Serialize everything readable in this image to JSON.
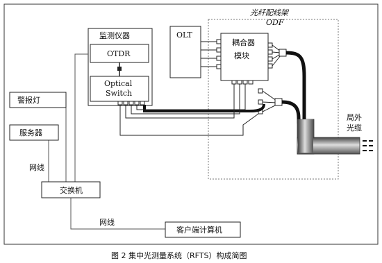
{
  "odf": {
    "title_line1": "光纤配线架",
    "title_line2": "ODF"
  },
  "monitor": {
    "label": "监测仪器",
    "otdr": "OTDR",
    "switch_line1": "Optical",
    "switch_line2": "Switch"
  },
  "olt": {
    "label": "OLT"
  },
  "coupler": {
    "line1": "耦合器",
    "line2": "模块"
  },
  "outdoor": {
    "line1": "局外",
    "line2": "光缆"
  },
  "alarm": {
    "label": "警报灯"
  },
  "server": {
    "label": "服务器"
  },
  "network_label_1": "网线",
  "switch_hub": {
    "label": "交换机"
  },
  "network_label_2": "网线",
  "client": {
    "label": "客户端计算机"
  },
  "caption": "图 2 集中光测量系统（RFTS）构成简图"
}
